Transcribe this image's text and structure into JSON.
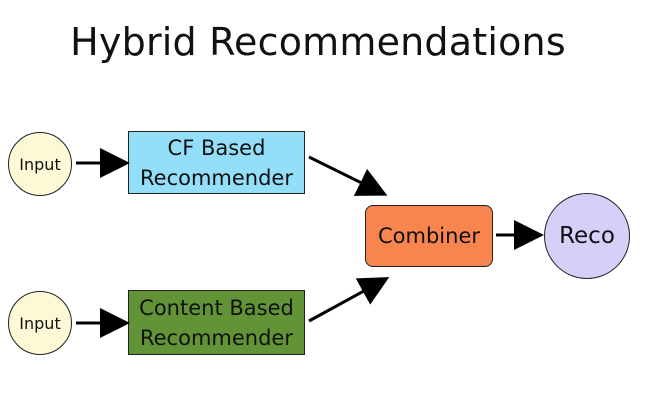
{
  "title": "Hybrid Recommendations",
  "nodes": {
    "input_top": "Input",
    "input_bottom": "Input",
    "cf_recommender": "CF Based\nRecommender",
    "content_recommender": "Content Based\nRecommender",
    "combiner": "Combiner",
    "reco": "Reco"
  },
  "colors": {
    "input_fill": "#fdf8d6",
    "cf_fill": "#93def9",
    "content_fill": "#629437",
    "combiner_fill": "#f8854e",
    "reco_fill": "#d6cff7"
  }
}
